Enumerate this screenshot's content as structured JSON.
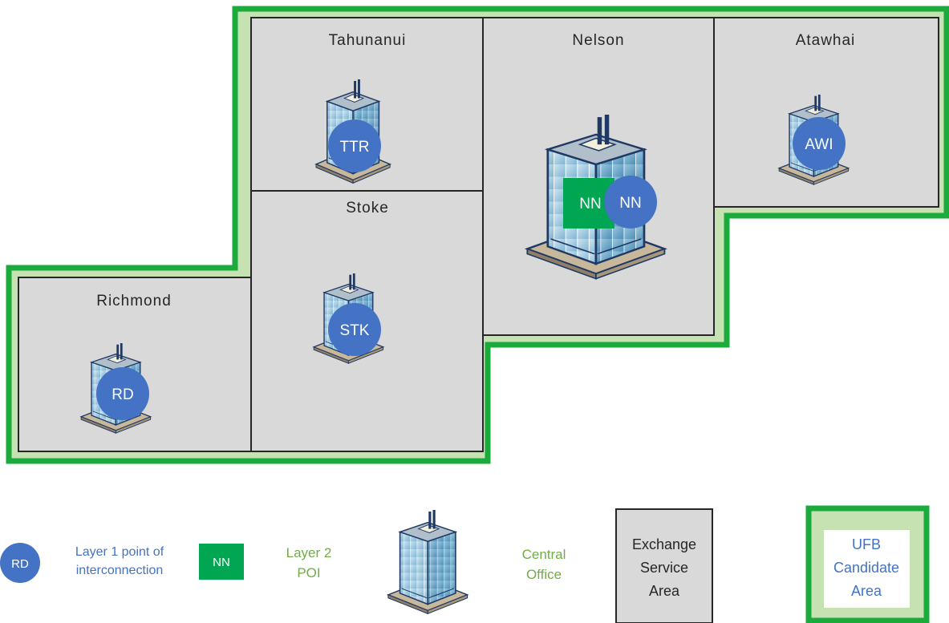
{
  "areas": {
    "tahunanui": "Tahunanui",
    "nelson": "Nelson",
    "atawhai": "Atawhai",
    "stoke": "Stoke",
    "richmond": "Richmond"
  },
  "pois": {
    "ttr": "TTR",
    "nn_layer2": "NN",
    "nn_layer1": "NN",
    "awi": "AWI",
    "stk": "STK",
    "rd": "RD"
  },
  "legend": {
    "l1_symbol": "RD",
    "l1_text": [
      "Layer 1 point of",
      "interconnection"
    ],
    "l2_symbol": "NN",
    "l2_text": [
      "Layer 2",
      "POI"
    ],
    "co_text": [
      "Central",
      "Office"
    ],
    "esa_text": [
      "Exchange",
      "Service",
      "Area"
    ],
    "ufb_text": [
      "UFB",
      "Candidate",
      "Area"
    ]
  },
  "colors": {
    "ufb_border": "#1aab3c",
    "ufb_fill": "#c6e1b2",
    "area_fill": "#d9d9d9",
    "area_border": "#262626",
    "poi_blue": "#4472c4",
    "poi_green": "#00a651",
    "legend_blue_text": "#4472c4",
    "legend_green_text": "#70ad47"
  },
  "icons": {
    "building": "central-office-building-icon"
  }
}
